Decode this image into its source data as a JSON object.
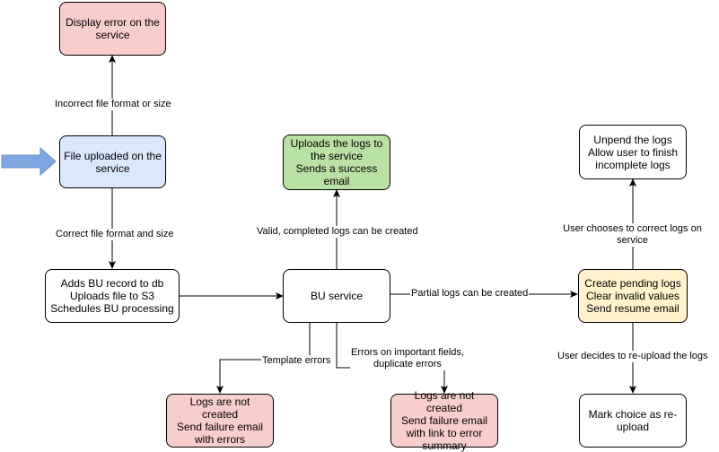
{
  "nodes": {
    "display_error": {
      "text": "Display error on the service",
      "fill": "#f8cecc"
    },
    "file_uploaded": {
      "text": "File uploaded on the service",
      "fill": "#dae8fc"
    },
    "adds_bu": {
      "text": "Adds BU record to db\nUploads file to S3\nSchedules BU processing",
      "fill": "#ffffff"
    },
    "bu_service": {
      "text": "BU service",
      "fill": "#ffffff"
    },
    "uploads_logs": {
      "text": "Uploads the logs to the service\nSends a success email",
      "fill": "#b9e0a5"
    },
    "logs_not_created_1": {
      "text": "Logs are not created\nSend failure email with errors",
      "fill": "#f8cecc"
    },
    "logs_not_created_2": {
      "text": "Logs are not created\nSend failure email with link to error summary",
      "fill": "#f8cecc"
    },
    "create_pending": {
      "text": "Create pending logs\nClear invalid values\nSend resume email",
      "fill": "#fff2cc"
    },
    "unpend_logs": {
      "text": "Unpend the logs\nAllow user to finish incomplete logs",
      "fill": "#ffffff"
    },
    "mark_choice": {
      "text": "Mark choice as re-upload",
      "fill": "#ffffff"
    }
  },
  "edges": {
    "incorrect_format": "Incorrect file format or size",
    "correct_format": "Correct file format and size",
    "valid_completed": "Valid, completed logs can be created",
    "partial_logs": "Partial logs can be created",
    "template_errors": "Template errors",
    "errors_important": "Errors on important fields,\nduplicate errors",
    "user_chooses_correct": "User chooses to correct logs on service",
    "user_decides_reupload": "User decides to re-upload the logs"
  },
  "colors": {
    "entry_arrow": "#7ea6e0",
    "entry_arrow_stroke": "#6c8ebf"
  }
}
